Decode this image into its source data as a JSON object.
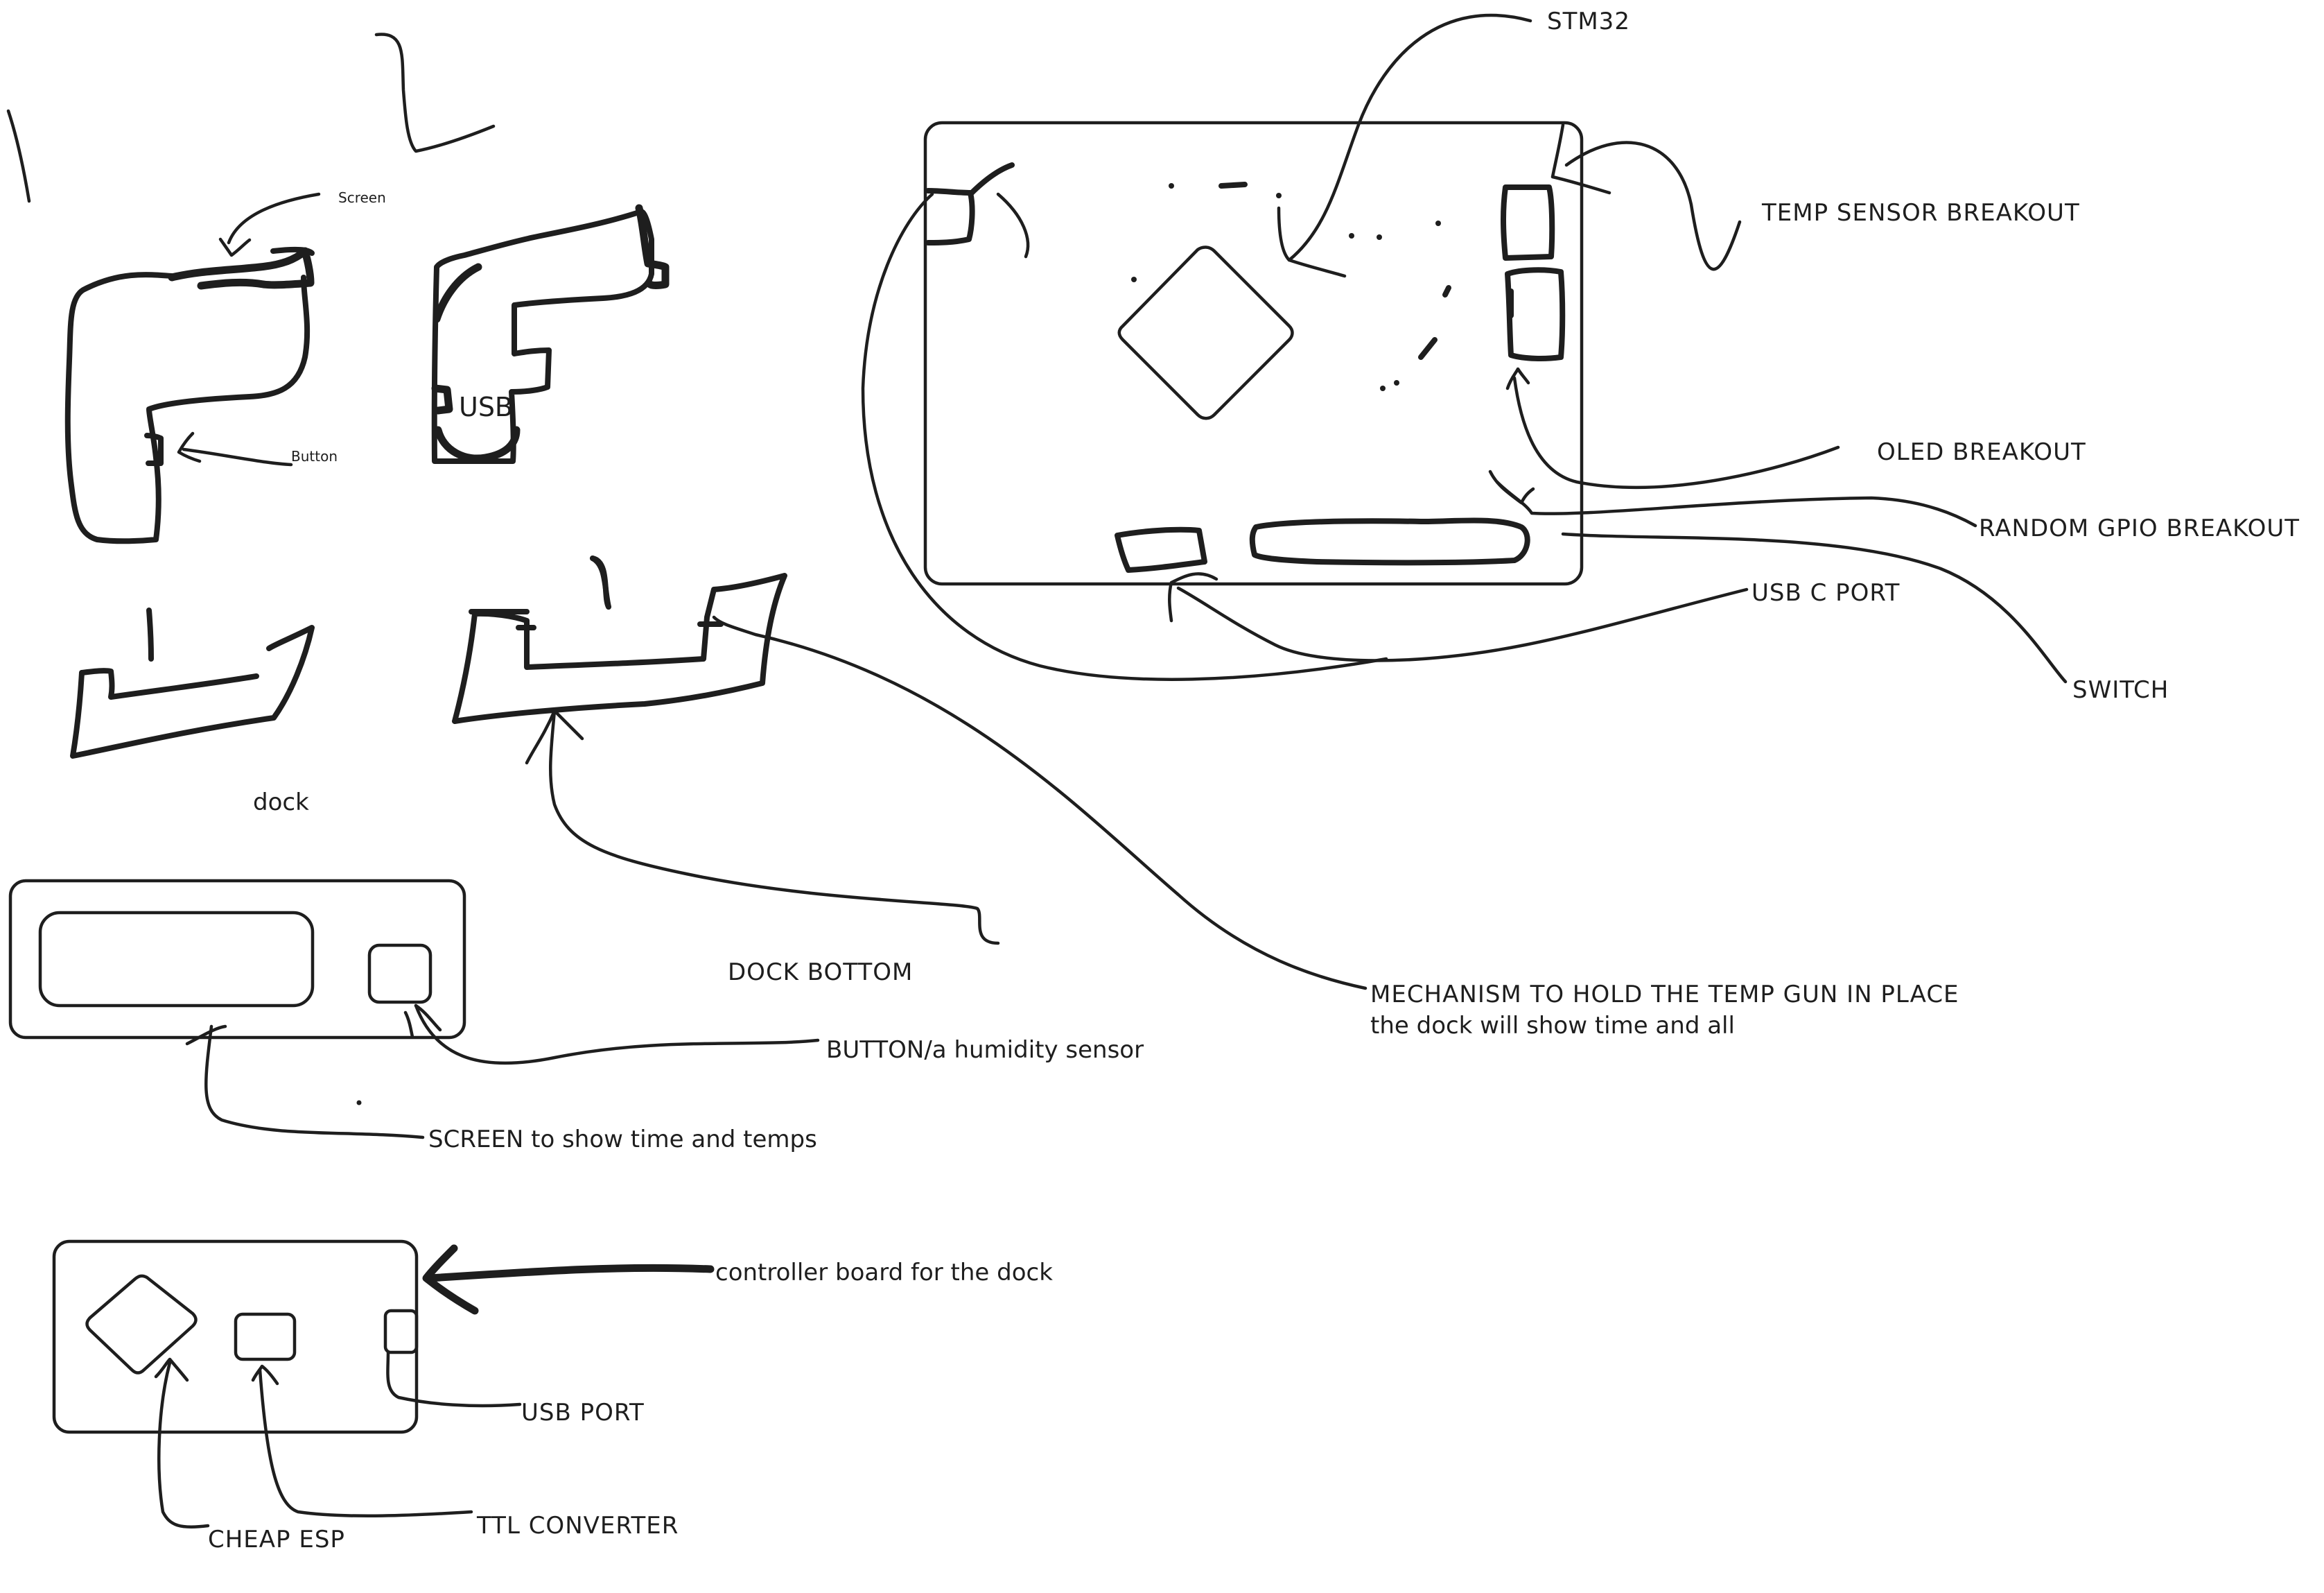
{
  "labels": {
    "screen_small": "Screen",
    "button_small": "Button",
    "usb_body": "USB",
    "dock": "dock",
    "dock_bottom": "DOCK BOTTOM",
    "button_humidity": "BUTTON/a humidity sensor",
    "screen_time_temps": "SCREEN to show time and temps",
    "mechanism": "MECHANISM TO HOLD THE TEMP GUN IN PLACE",
    "dock_time": "the dock will show time and all",
    "stm32": "STM32",
    "temp_sensor": "TEMP SENSOR BREAKOUT",
    "oled": "OLED BREAKOUT",
    "gpio": "RANDOM GPIO BREAKOUT",
    "usbc": "USB C PORT",
    "switch": "SWITCH",
    "controller": "controller board for the dock",
    "usb_port": "USB PORT",
    "cheap_esp": "CHEAP ESP",
    "ttl": "TTL CONVERTER"
  },
  "colors": {
    "ink": "#1e1e1e",
    "background": "#ffffff"
  }
}
